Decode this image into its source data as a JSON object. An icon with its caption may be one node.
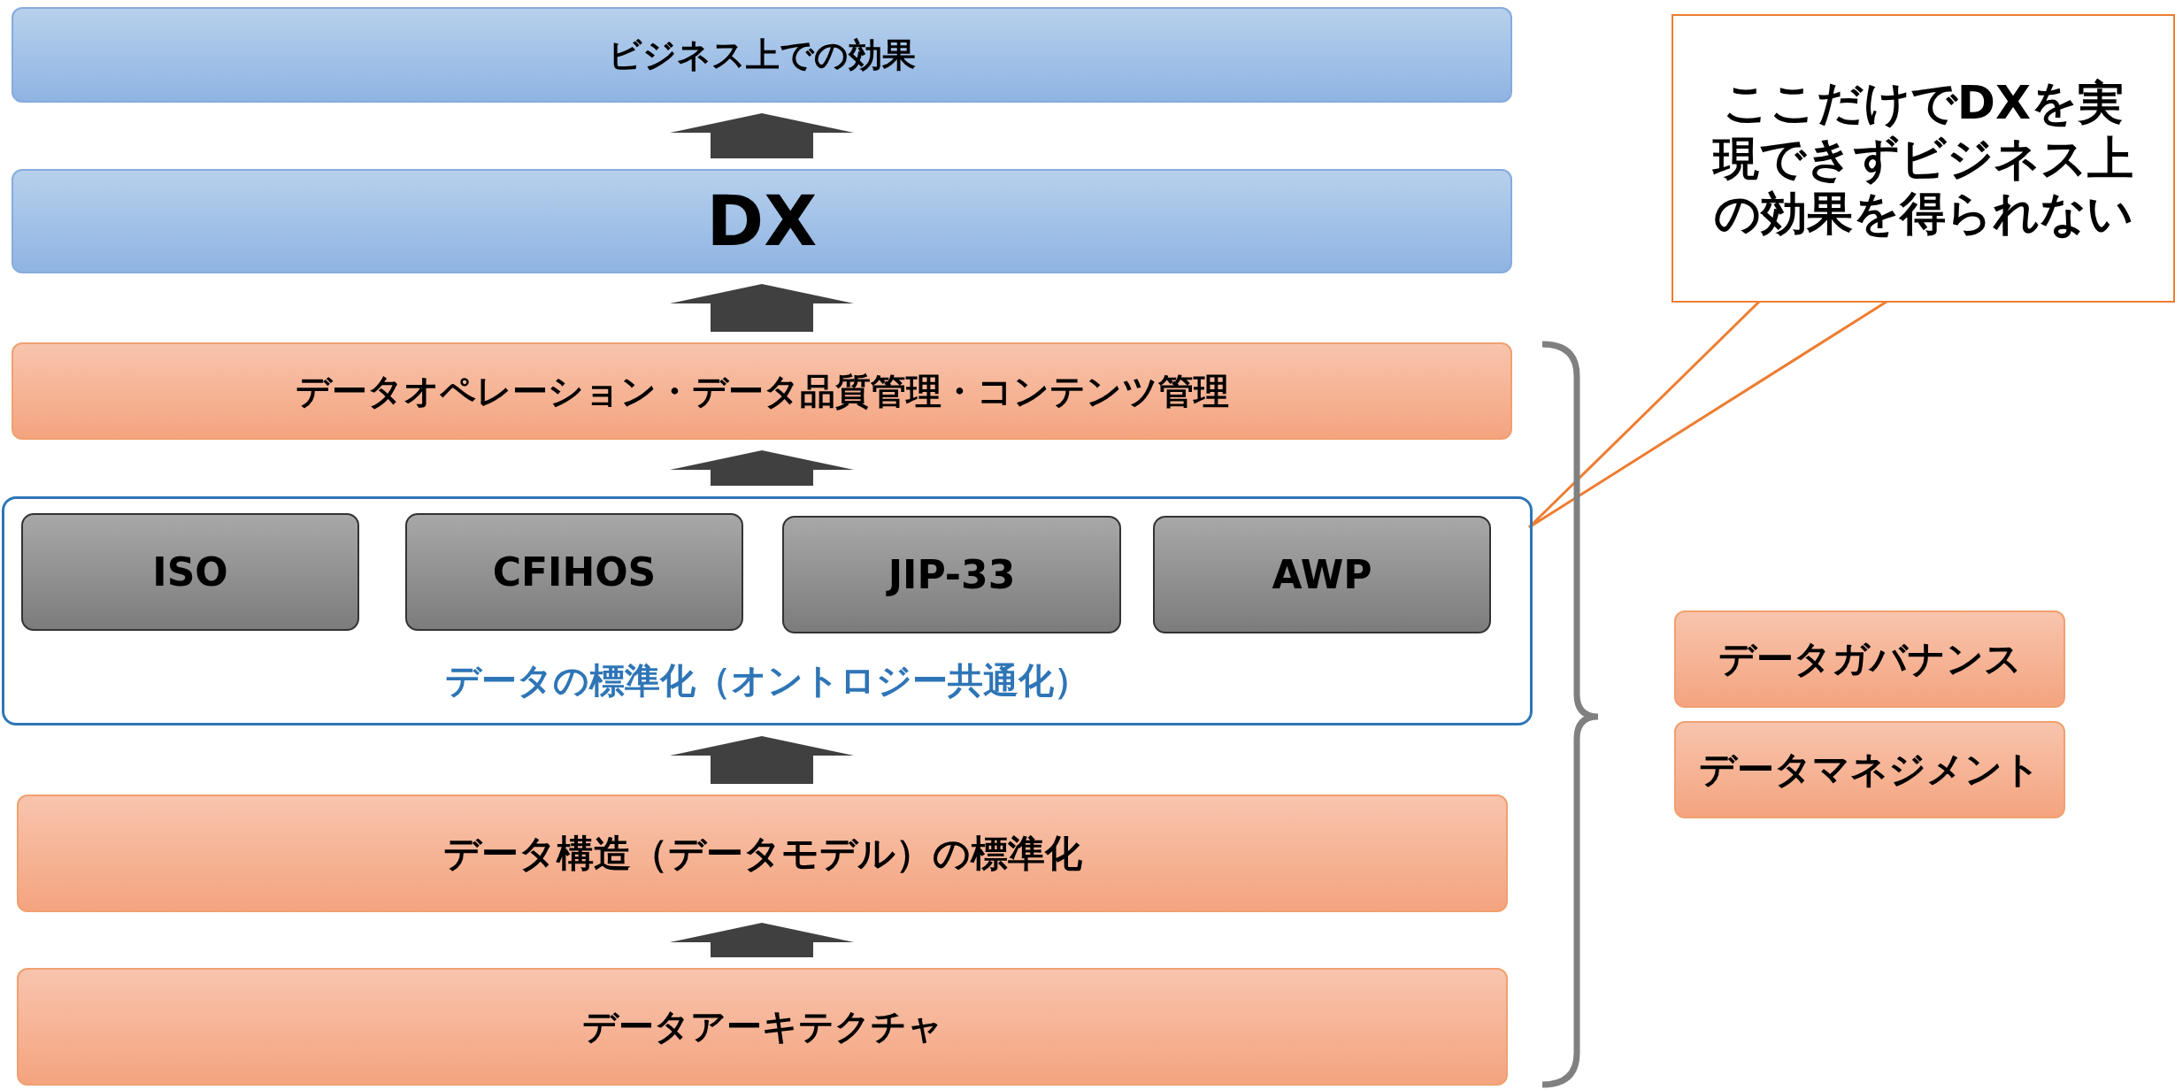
{
  "diagram": {
    "nodes": [
      {
        "text": [
          "ビジネス上での効果"
        ]
      },
      {
        "text": [
          "DX"
        ]
      },
      {
        "text": [
          "データオペレーション・データ品質管理・コンテンツ管理"
        ]
      },
      {
        "text": [
          "データの標準化（オントロジー共通化）"
        ]
      },
      {
        "text": [
          "ISO"
        ],
        "in": 3
      },
      {
        "text": [
          "CFIHOS"
        ],
        "in": 3
      },
      {
        "text": [
          "JIP-33"
        ],
        "in": 3
      },
      {
        "text": [
          "AWP"
        ],
        "in": 3
      },
      {
        "text": [
          "データ構造（データモデル）の標準化"
        ]
      },
      {
        "text": [
          "データアーキテクチャ"
        ]
      },
      {
        "text": [
          "ここだけでDXを実現できずビジネス上の効果を得られない"
        ]
      },
      {
        "text": [
          "データガバナンス"
        ]
      },
      {
        "text": [
          "データマネジメント"
        ]
      }
    ],
    "edges": [
      {
        "from": 9,
        "to": 8,
        "arrow": "to"
      },
      {
        "from": 8,
        "to": 3,
        "arrow": "to"
      },
      {
        "from": 3,
        "to": 2,
        "arrow": "to"
      },
      {
        "from": 2,
        "to": 1,
        "arrow": "to"
      },
      {
        "from": 1,
        "to": 0,
        "arrow": "to"
      },
      {
        "from": 10,
        "to": 3,
        "arrow": "none"
      }
    ]
  }
}
